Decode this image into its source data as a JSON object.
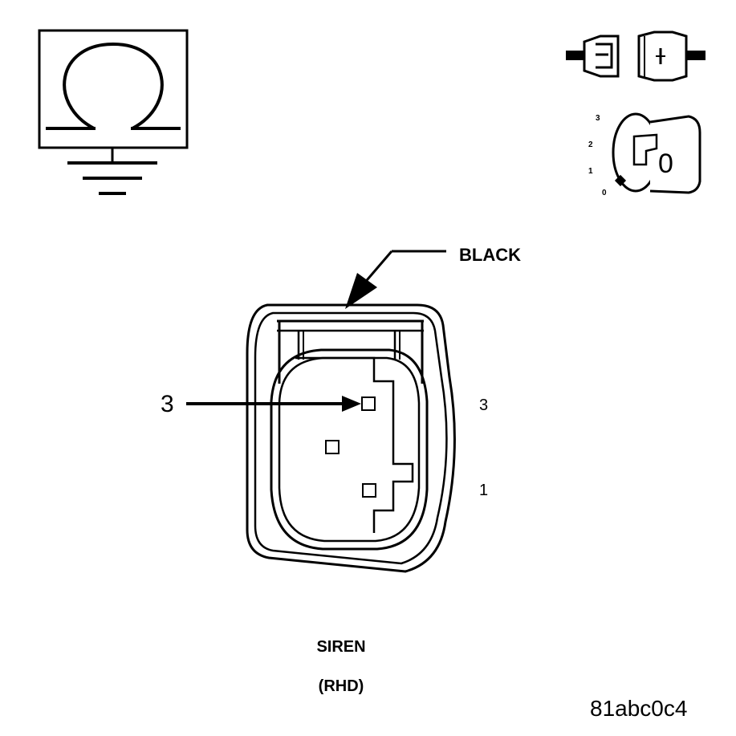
{
  "icons": {
    "ohmmeter": "ohmmeter-ground-icon",
    "connector_disconnect": "disconnect-connector-icon",
    "ignition_key": "ignition-key-off-icon"
  },
  "ignition_key": {
    "positions": [
      "3",
      "2",
      "1",
      "0"
    ],
    "key_text": "0"
  },
  "connector": {
    "color_label": "BLACK",
    "callout_pin": "3",
    "pin_labels": [
      "3",
      "1"
    ],
    "name": "SIREN",
    "variant": "(RHD)"
  },
  "figure_code": "81abc0c4"
}
